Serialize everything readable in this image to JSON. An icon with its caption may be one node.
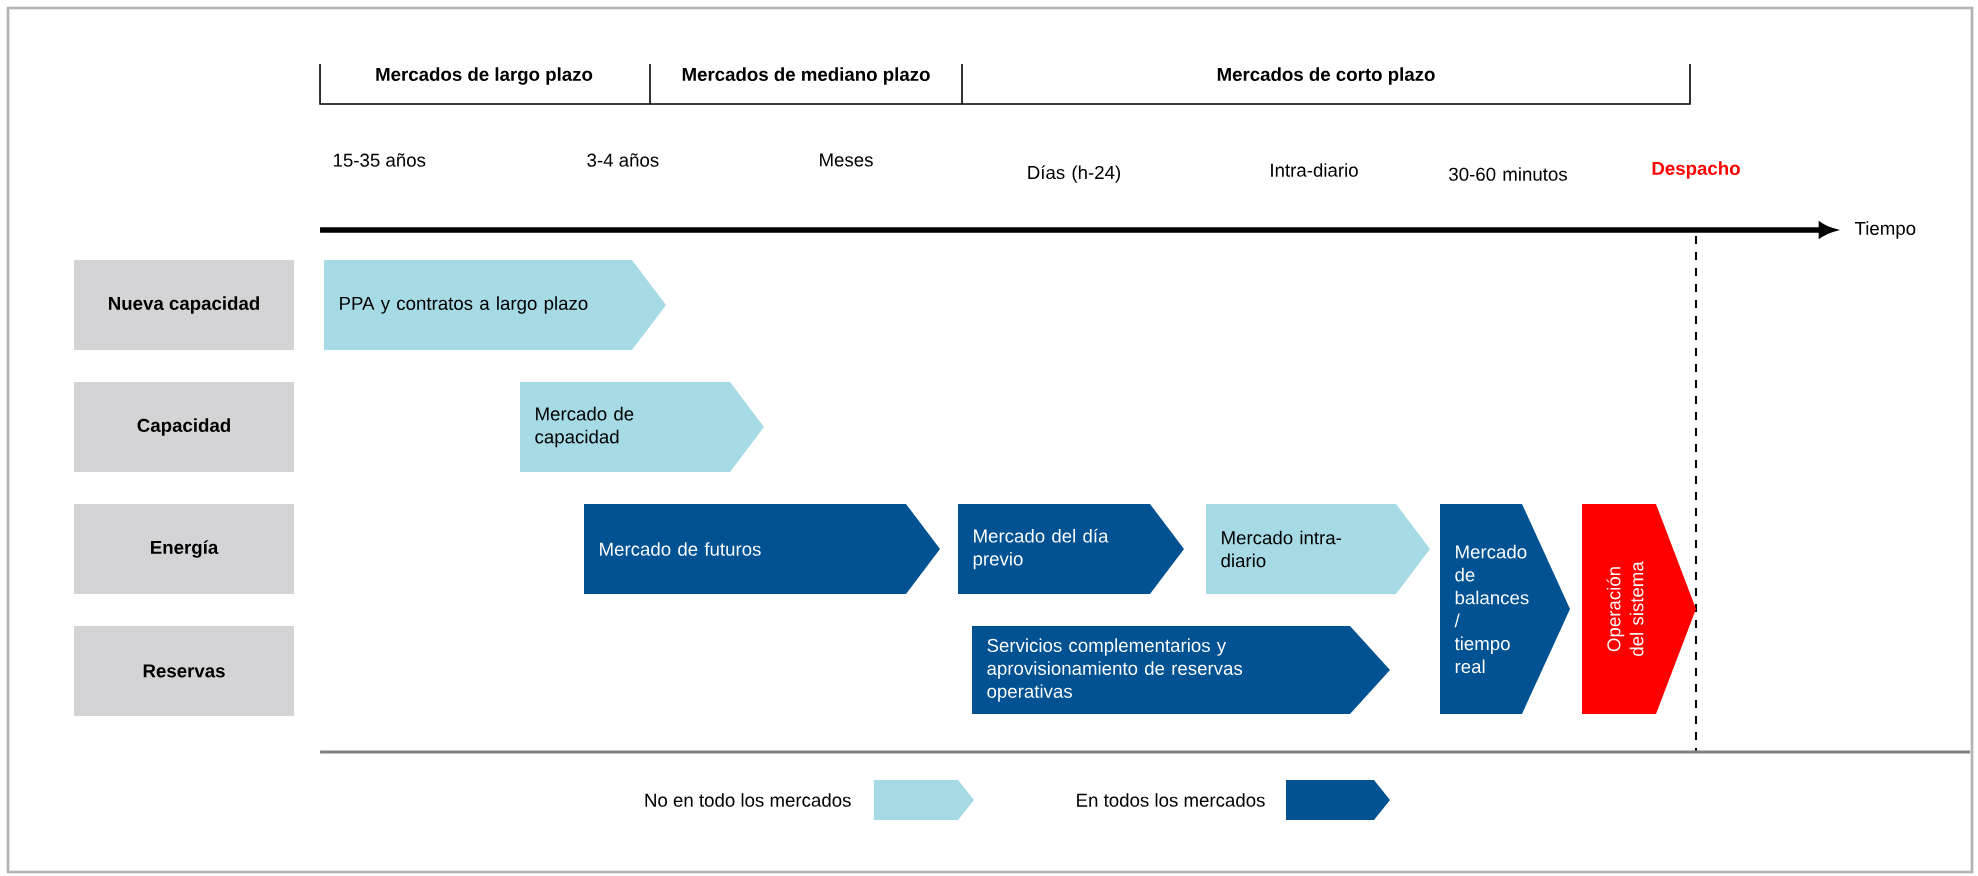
{
  "diagram": {
    "nodes": [
      {
        "text": [
          "Nueva capacidad"
        ]
      },
      {
        "text": [
          "Capacidad"
        ]
      },
      {
        "text": [
          "Energía"
        ]
      },
      {
        "text": [
          "Reservas"
        ]
      },
      {
        "text": [
          "PPA y contratos a largo plazo"
        ]
      },
      {
        "text": [
          "Mercado de capacidad"
        ]
      },
      {
        "text": [
          "Mercado de  futuros"
        ]
      },
      {
        "text": [
          "Mercado del día previo"
        ]
      },
      {
        "text": [
          "Mercado intra-diario"
        ]
      },
      {
        "text": [
          "Servicios complementarios y aprovisionamiento de reservas operativas"
        ]
      },
      {
        "text": [
          "Mercado de balances / tiempo real"
        ]
      },
      {
        "text": [
          "Operación del sistema"
        ]
      }
    ],
    "edges": [],
    "labels": [
      "Mercados de largo plazo",
      "Mercados de mediano plazo",
      "Mercados de corto plazo",
      "15-35 años",
      "3-4 años",
      "Meses",
      "Días (h-24)",
      "Intra-diario",
      "30-60 minutos",
      "Despacho",
      "Tiempo"
    ],
    "legend": [
      {
        "text": "No en todo los mercados",
        "color": "#a6dbe6"
      },
      {
        "text": "En todos los mercados",
        "color": "#005293"
      }
    ]
  }
}
